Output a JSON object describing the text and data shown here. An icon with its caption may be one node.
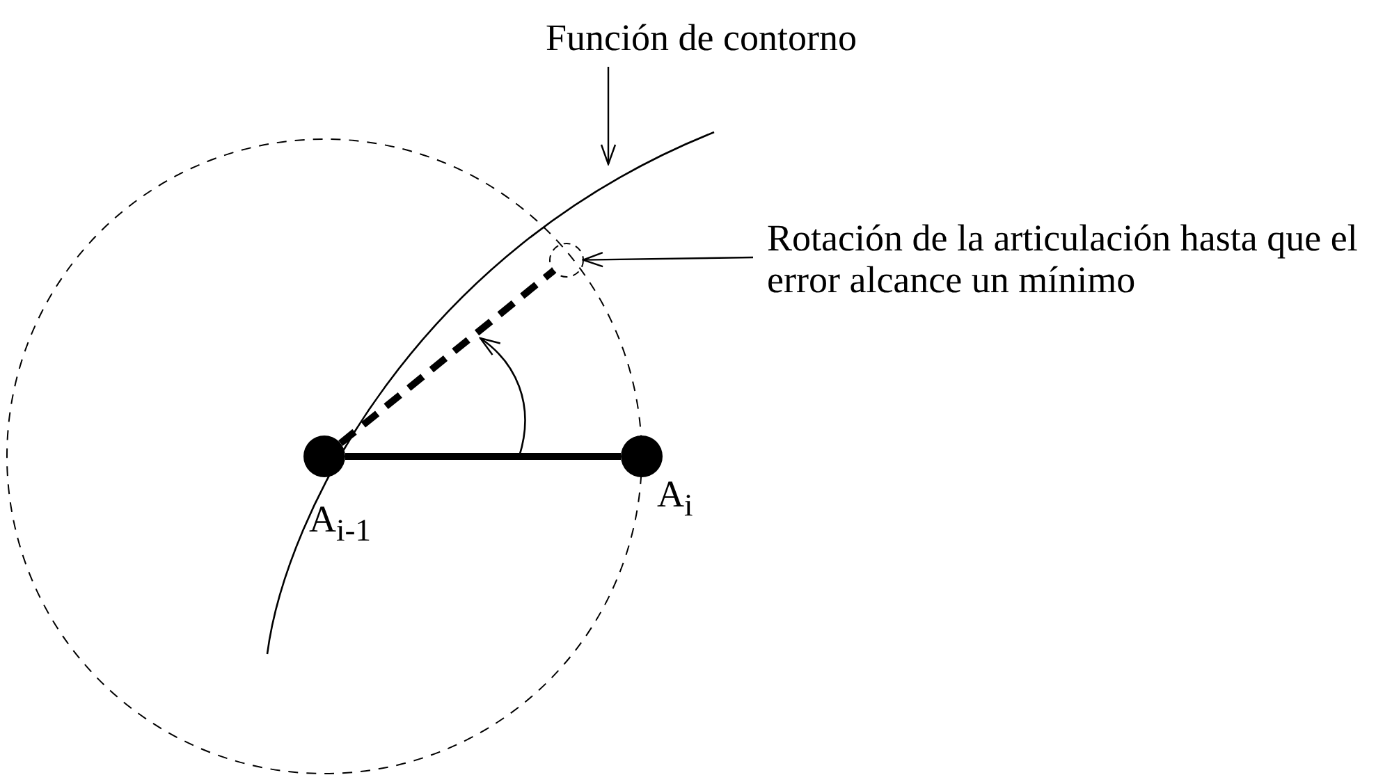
{
  "diagram": {
    "nodes": [
      {
        "text": [
          "Función de contorno"
        ]
      },
      {
        "text": [
          "Rotación de la articulación hasta que el error alcance un mínimo"
        ]
      },
      {
        "text": [],
        "shape": "circle"
      },
      {
        "text": [],
        "shape": "circle",
        "beside": [
          "A$_{i-1}$"
        ]
      },
      {
        "text": [],
        "shape": "circle",
        "beside": [
          "A$_{i}$"
        ]
      }
    ],
    "edges": [
      {
        "from": 0,
        "to": null,
        "arrow": "to"
      },
      {
        "from": 1,
        "to": 2,
        "arrow": "to"
      },
      {
        "from": 3,
        "to": 4,
        "arrow": "none",
        "style": "thick"
      },
      {
        "from": 3,
        "to": 2,
        "arrow": "none",
        "style": "dashed"
      }
    ]
  }
}
